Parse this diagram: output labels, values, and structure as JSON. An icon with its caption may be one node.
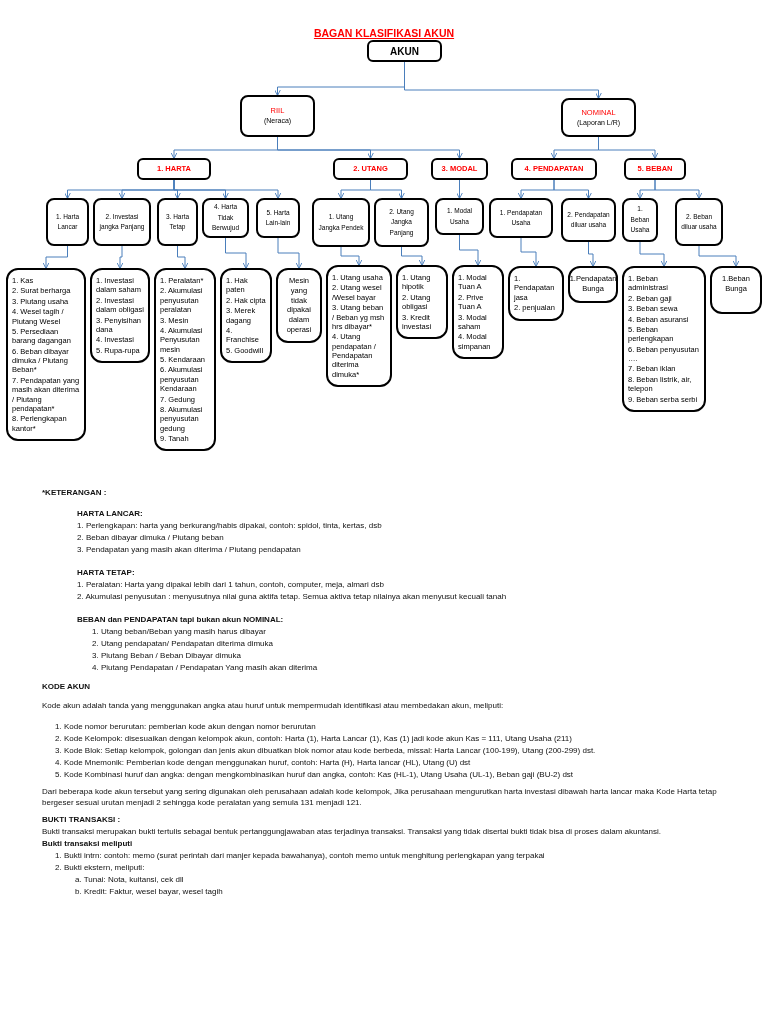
{
  "diagram": {
    "title": "BAGAN KLASIFIKASI AKUN",
    "nodes": [
      {
        "text": [
          "AKUN"
        ]
      },
      {
        "text": [
          "RIIL",
          "(Neraca)"
        ]
      },
      {
        "text": [
          "NOMINAL",
          "(Laporan L/R)"
        ]
      },
      {
        "text": [
          "1. HARTA"
        ]
      },
      {
        "text": [
          "2. UTANG"
        ]
      },
      {
        "text": [
          "3. MODAL"
        ]
      },
      {
        "text": [
          "4. PENDAPATAN"
        ]
      },
      {
        "text": [
          "5. BEBAN"
        ]
      },
      {
        "text": [
          "1. Harta Lancar"
        ]
      },
      {
        "text": [
          "2. Investasi jangka Panjang"
        ]
      },
      {
        "text": [
          "3. Harta Tetap"
        ]
      },
      {
        "text": [
          "4. Harta Tidak Berwujud"
        ]
      },
      {
        "text": [
          "5. Harta Lain-lain"
        ]
      },
      {
        "text": [
          "1. Utang Jangka Pendek"
        ]
      },
      {
        "text": [
          "2. Utang Jangka Panjang"
        ]
      },
      {
        "text": [
          "1. Modal Usaha"
        ]
      },
      {
        "text": [
          "1. Pendapatan Usaha"
        ]
      },
      {
        "text": [
          "2. Pendapatan diluar usaha"
        ]
      },
      {
        "text": [
          "1. Beban Usaha"
        ]
      },
      {
        "text": [
          "2. Beban diluar usaha"
        ]
      },
      {
        "text": [
          "1. Kas",
          "2. Surat berharga",
          "3. Piutang usaha",
          "4. Wesel tagih / Piutang Wesel",
          "5. Persediaan barang dagangan",
          "6. Beban dibayar dimuka / Piutang Beban*",
          "7. Pendapatan yang masih akan diterima / Piutang pendapatan*",
          "8. Perlengkapan kantor*"
        ]
      },
      {
        "text": [
          "1. Investasi dalam saham",
          "2. Investasi dalam obligasi",
          "3. Penyisihan dana",
          "4. Investasi",
          "5. Rupa-rupa"
        ]
      },
      {
        "text": [
          "1. Peralatan*",
          "2. Akumulasi penyusutan peralatan",
          "3. Mesin",
          "4. Akumulasi Penyusutan mesin",
          "5. Kendaraan",
          "6. Akumulasi penyusutan Kendaraan",
          "7. Gedung",
          "8. Akumulasi penyusutan gedung",
          "9. Tanah"
        ]
      },
      {
        "text": [
          "1. Hak paten",
          "2. Hak cipta",
          "3. Merek dagang",
          "4. Franchise",
          "5. Goodwill"
        ]
      },
      {
        "text": [
          "Mesin yang tidak dipakai dalam operasi"
        ]
      },
      {
        "text": [
          "1. Utang usaha",
          "2. Utang wesel /Wesel bayar",
          "3. Utang beban / Beban yg msh hrs dibayar*",
          "4. Utang pendapatan / Pendapatan diterima dimuka*"
        ]
      },
      {
        "text": [
          "1. Utang hipotik",
          "2. Utang obligasi",
          "3. Kredit investasi"
        ]
      },
      {
        "text": [
          "1. Modal Tuan A",
          "2. Prive Tuan A",
          "3. Modal saham",
          "4. Modal simpanan"
        ]
      },
      {
        "text": [
          "1. Pendapatan jasa",
          "2. penjualan"
        ]
      },
      {
        "text": [
          "1.Pendapatan Bunga"
        ]
      },
      {
        "text": [
          "1. Beban administrasi",
          "2. Beban gaji",
          "3. Beban sewa",
          "4. Beban asuransi",
          "5. Beban perlengkapan",
          "6. Beban penyusutan ….",
          "7. Beban iklan",
          "8. Beban listrik, air, telepon",
          "9. Beban serba serbi"
        ]
      },
      {
        "text": [
          "1.Beban Bunga"
        ]
      }
    ],
    "edges": [
      {
        "from": 0,
        "to": 1,
        "arrow": "to"
      },
      {
        "from": 0,
        "to": 2,
        "arrow": "to"
      },
      {
        "from": 1,
        "to": 3,
        "arrow": "to"
      },
      {
        "from": 1,
        "to": 4,
        "arrow": "to"
      },
      {
        "from": 1,
        "to": 5,
        "arrow": "to"
      },
      {
        "from": 2,
        "to": 6,
        "arrow": "to"
      },
      {
        "from": 2,
        "to": 7,
        "arrow": "to"
      },
      {
        "from": 3,
        "to": 8,
        "arrow": "to"
      },
      {
        "from": 3,
        "to": 9,
        "arrow": "to"
      },
      {
        "from": 3,
        "to": 10,
        "arrow": "to"
      },
      {
        "from": 3,
        "to": 11,
        "arrow": "to"
      },
      {
        "from": 3,
        "to": 12,
        "arrow": "to"
      },
      {
        "from": 4,
        "to": 13,
        "arrow": "to"
      },
      {
        "from": 4,
        "to": 14,
        "arrow": "to"
      },
      {
        "from": 5,
        "to": 15,
        "arrow": "to"
      },
      {
        "from": 6,
        "to": 16,
        "arrow": "to"
      },
      {
        "from": 6,
        "to": 17,
        "arrow": "to"
      },
      {
        "from": 7,
        "to": 18,
        "arrow": "to"
      },
      {
        "from": 7,
        "to": 19,
        "arrow": "to"
      },
      {
        "from": 8,
        "to": 20,
        "arrow": "to"
      },
      {
        "from": 9,
        "to": 21,
        "arrow": "to"
      },
      {
        "from": 10,
        "to": 22,
        "arrow": "to"
      },
      {
        "from": 11,
        "to": 23,
        "arrow": "to"
      },
      {
        "from": 12,
        "to": 24,
        "arrow": "to"
      },
      {
        "from": 13,
        "to": 25,
        "arrow": "to"
      },
      {
        "from": 14,
        "to": 26,
        "arrow": "to"
      },
      {
        "from": 15,
        "to": 27,
        "arrow": "to"
      },
      {
        "from": 16,
        "to": 28,
        "arrow": "to"
      },
      {
        "from": 17,
        "to": 29,
        "arrow": "to"
      },
      {
        "from": 18,
        "to": 30,
        "arrow": "to"
      },
      {
        "from": 19,
        "to": 31,
        "arrow": "to"
      }
    ],
    "labels": [
      "*KETERANGAN :",
      "HARTA LANCAR:",
      "1. Perlengkapan: harta yang berkurang/habis dipakai, contoh: spidol, tinta, kertas, dsb",
      "2. Beban dibayar dimuka / Piutang beban",
      "3. Pendapatan yang masih akan diterima / Piutang pendapatan",
      "HARTA TETAP:",
      "1. Peralatan: Harta yang dipakai lebih dari 1 tahun, contoh, computer, meja, almari dsb",
      "2. Akumulasi penyusutan : menyusutnya nilai guna aktifa tetap. Semua aktiva tetap nilainya akan menyusut kecuali tanah",
      "BEBAN dan PENDAPATAN tapi bukan akun NOMINAL:",
      "1. Utang beban/Beban yang masih harus dibayar",
      "2. Utang pendapatan/ Pendapatan diterima dimuka",
      "3. Piutang Beban / Beban Dibayar dimuka",
      "4. Piutang Pendapatan / Pendapatan Yang masih akan diterima",
      "KODE AKUN",
      "Kode akun adalah tanda yang menggunakan angka atau huruf untuk mempermudah identifikasi atau membedakan akun, meliputi:",
      "1. Kode nomor berurutan: pemberian kode akun dengan nomor berurutan",
      "2. Kode Kelompok: disesuaikan dengan kelompok akun, contoh: Harta (1), Harta Lancar (1), Kas (1) jadi kode akun Kas = 111, Utang Usaha (211)",
      "3. Kode Blok: Setiap kelompok, golongan dan jenis akun dibuatkan blok nomor atau kode berbeda, missal: Harta Lancar (100-199), Utang (200-299) dst.",
      "4. Kode Mnemonik: Pemberian kode dengan menggunakan huruf, contoh: Harta (H), Harta lancar (HL), Utang (U) dst",
      "5. Kode Kombinasi huruf dan angka: dengan mengkombinasikan huruf dan angka, contoh: Kas (HL-1), Utang Usaha (UL-1), Beban gaji (BU-2) dst",
      "Dari beberapa kode akun tersebut yang sering digunakan oleh perusahaan adalah kode kelompok, Jika perusahaan mengurutkan harta investasi dibawah harta lancar maka Kode Harta tetap bergeser sesuai urutan menjadi 2 sehingga kode peralatan yang semula 131 menjadi 121.",
      "BUKTI TRANSAKSI :",
      "Bukti transaksi merupakan bukti tertulis sebagai bentuk pertanggungjawaban atas terjadinya transaksi. Transaksi yang tidak disertai bukti tidak bisa di proses dalam akuntansi.",
      "Bukti transaksi meliputi",
      "1. Bukti intrn: contoh: memo (surat perintah dari manjer kepada bawahanya), contoh memo untuk menghitung perlengkapan yang terpakai",
      "2. Bukti ekstern, meliputi:",
      "a. Tunai: Nota, kuitansi, cek dll",
      "b. Kredit: Faktur, wesel bayar, wesel tagih"
    ]
  }
}
